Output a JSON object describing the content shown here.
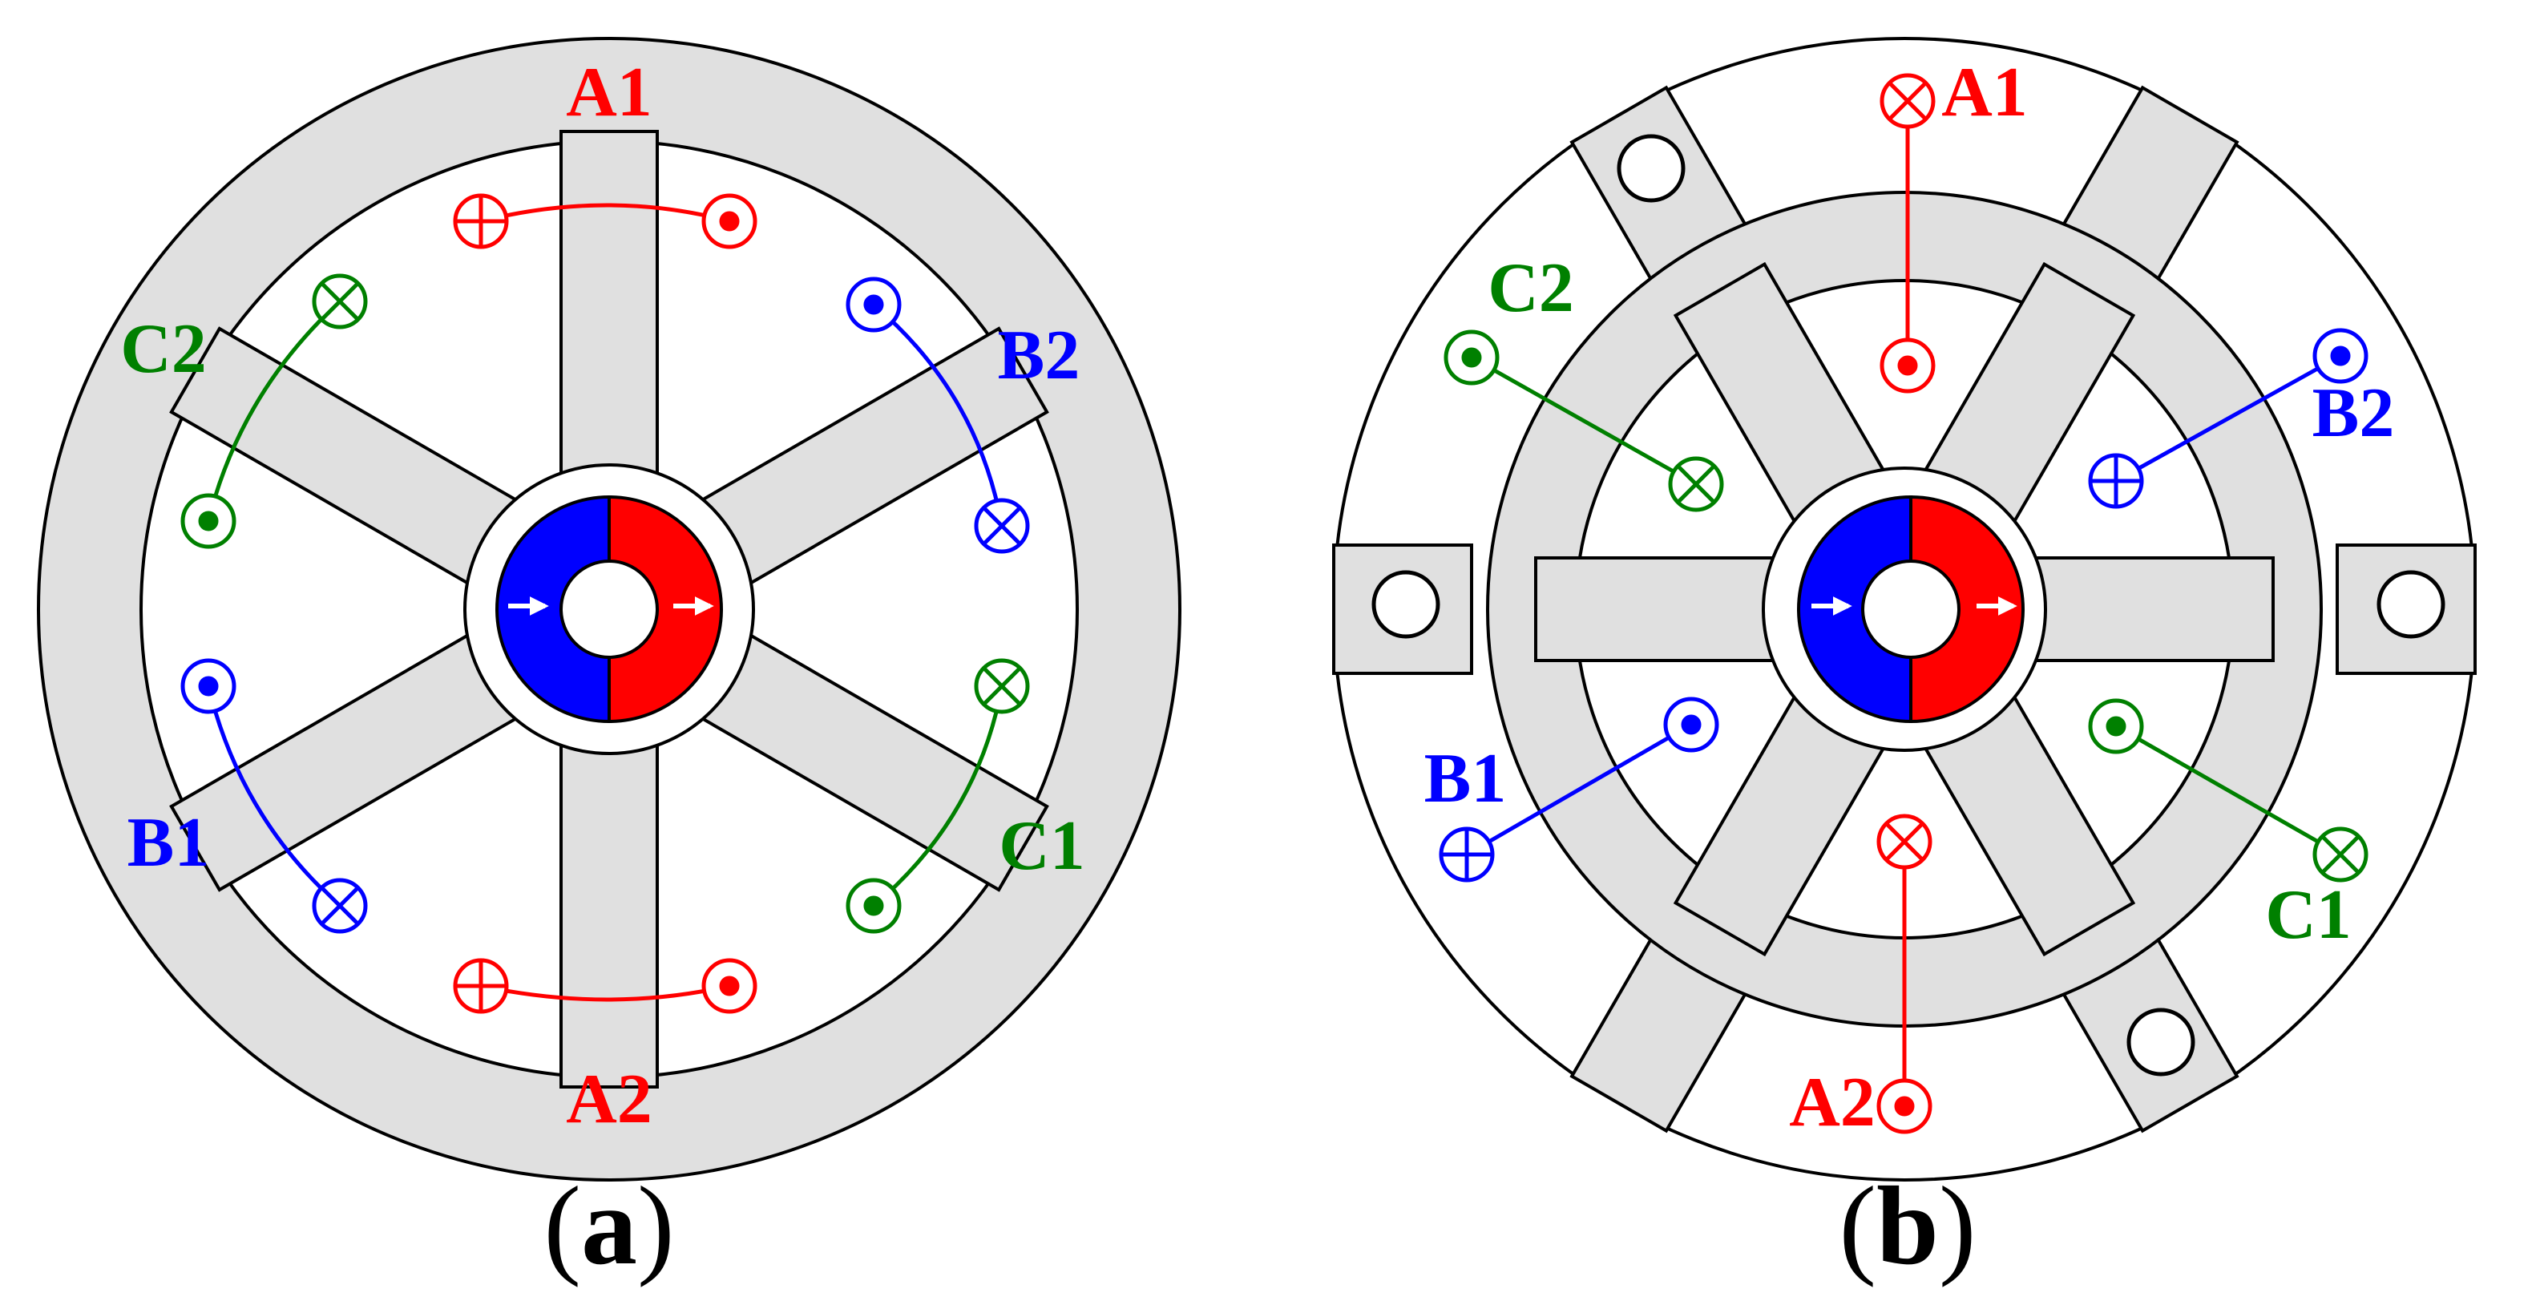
{
  "figure": {
    "panels": [
      {
        "id": "a",
        "caption_open": "(",
        "caption_letter": "a",
        "caption_close": ")",
        "phase_labels": {
          "A1": "A1",
          "A2": "A2",
          "B1": "B1",
          "B2": "B2",
          "C1": "C1",
          "C2": "C2"
        }
      },
      {
        "id": "b",
        "caption_open": "(",
        "caption_letter": "b",
        "caption_close": ")",
        "phase_labels": {
          "A1": "A1",
          "A2": "A2",
          "B1": "B1",
          "B2": "B2",
          "C1": "C1",
          "C2": "C2"
        }
      }
    ],
    "colors": {
      "phase_a": "#ff0000",
      "phase_b": "#0000ff",
      "phase_c": "#008000",
      "core": "#e0e0e0",
      "magnet_north": "#ff0000",
      "magnet_south": "#0000ff",
      "outline": "#000000"
    },
    "symbols": {
      "dot": "current-out-of-page",
      "cross": "current-into-page"
    }
  }
}
